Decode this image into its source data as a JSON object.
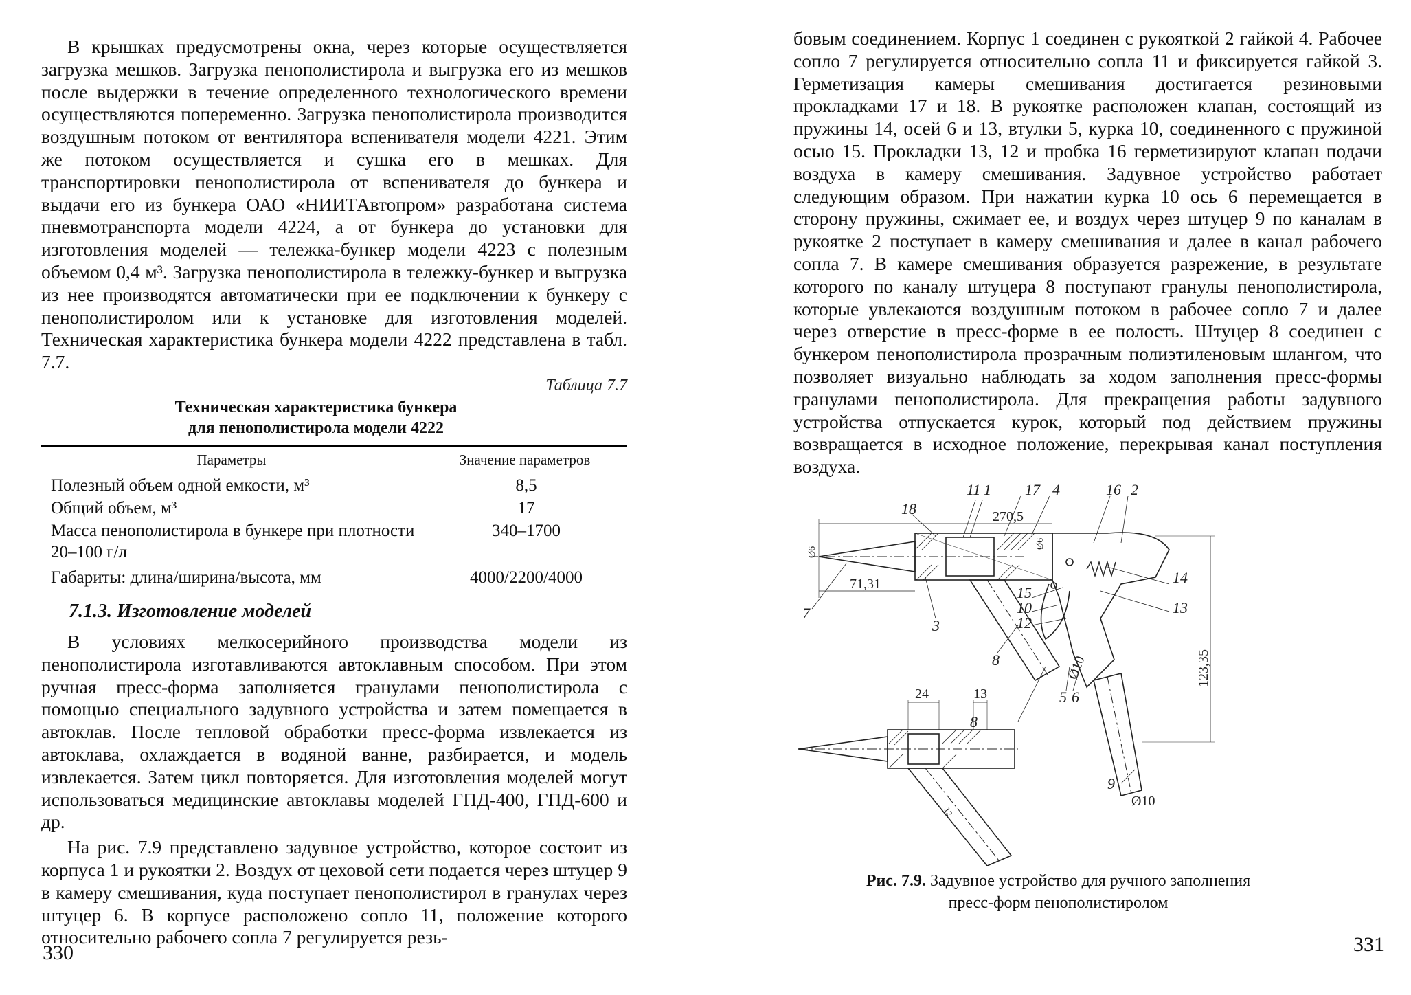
{
  "left_page": {
    "paragraph_1": "В крышках предусмотрены окна, через которые осуществляется загрузка мешков. Загрузка пенополистирола и выгрузка его из мешков после выдержки в течение определенного технологического времени осуществляются попеременно. Загрузка пенополистирола производится воздушным потоком от вентилятора вспенивателя модели 4221. Этим же потоком осуществляется и сушка его в мешках. Для транспортировки пенополистирола от вспенивателя до бункера и выдачи его из бункера ОАО «НИИТАвтопром» разработана система пневмотранспорта модели 4224, а от бункера до установки для изготовления моделей — тележка-бункер модели 4223 с полезным объемом 0,4 м³. Загрузка пенополистирола в тележку-бункер и выгрузка из нее производятся автоматически при ее подключении к бункеру с пенополистиролом или к установке для изготовления моделей. Техническая характеристика бункера модели 4222 представлена в табл. 7.7.",
    "table_number": "Таблица 7.7",
    "table_title_line1": "Техническая характеристика бункера",
    "table_title_line2": "для пенополистирола модели 4222",
    "table_headers": [
      "Параметры",
      "Значение параметров"
    ],
    "table_rows": [
      [
        "Полезный объем одной емкости, м³",
        "8,5"
      ],
      [
        "Общий объем, м³",
        "17"
      ],
      [
        "Масса пенополистирола в бункере при плотности 20–100 г/л",
        "340–1700"
      ],
      [
        "Габариты: длина/ширина/высота, мм",
        "4000/2200/4000"
      ]
    ],
    "section_heading": "7.1.3. Изготовление моделей",
    "paragraph_2": "В условиях мелкосерийного производства модели из пенополистирола изготавливаются автоклавным способом. При этом ручная пресс-форма заполняется гранулами пенополистирола с помощью специального задувного устройства и затем помещается в автоклав. После тепловой обработки пресс-форма извлекается из автоклава, охлаждается в водяной ванне, разбирается, и модель извлекается. Затем цикл повторяется. Для изготовления моделей могут использоваться медицинские автоклавы моделей ГПД-400, ГПД-600 и др.",
    "paragraph_3": "На рис. 7.9 представлено задувное устройство, которое состоит из корпуса 1 и рукоятки 2. Воздух от цеховой сети подается через штуцер 9 в камеру смешивания, куда поступает пенополистирол в гранулах через штуцер 6. В корпусе расположено сопло 11, положение которого относительно рабочего сопла 7 регулируется резь-",
    "page_number": "330"
  },
  "right_page": {
    "paragraph_1": "бовым соединением. Корпус 1 соединен с рукояткой 2 гайкой 4. Рабочее сопло 7 регулируется относительно сопла 11 и фиксируется гайкой 3. Герметизация камеры смешивания достигается резиновыми прокладками 17 и 18. В рукоятке расположен клапан, состоящий из пружины 14, осей 6 и 13, втулки 5, курка 10, соединенного с пружиной осью 15. Прокладки 13, 12 и пробка 16 герметизируют клапан подачи воздуха в камеру смешивания. Задувное устройство работает следующим образом. При нажатии курка 10 ось 6 перемещается в сторону пружины, сжимает ее, и воздух через штуцер 9 по каналам в рукоятке 2 поступает в камеру смешивания и далее в канал рабочего сопла 7. В камере смешивания образуется разрежение, в результате которого по каналу штуцера 8 поступают гранулы пенополистирола, которые увлекаются воздушным потоком в рабочее сопло 7 и далее через отверстие в пресс-форме в ее полость. Штуцер 8 соединен с бункером пенополистирола прозрачным полиэтиленовым шлангом, что позволяет визуально наблюдать за ходом заполнения пресс-формы гранулами пенополистирола. Для прекращения работы задувного устройства отпускается курок, который под действием пружины возвращается в исходное положение, перекрывая канал поступления воздуха.",
    "figure_labels": {
      "l11": "11",
      "l1": "1",
      "l17": "17",
      "l4": "4",
      "l16": "16",
      "l2": "2",
      "l18": "18",
      "l14": "14",
      "l15": "15",
      "l10": "10",
      "l12": "12",
      "l13": "13",
      "l7": "7",
      "l3": "3",
      "l8a": "8",
      "l8b": "8",
      "l5": "5",
      "l6": "6",
      "l9": "9",
      "dim_270": "270,5",
      "dim_71": "71,31",
      "dim_123": "123,35",
      "dim_24": "24",
      "dim_13": "13",
      "dia_6a": "Ø6",
      "dia_6b": "Ø6",
      "dia_10a": "Ø10",
      "dia_10b": "Ø10",
      "dim_12": "12"
    },
    "caption_bold": "Рис. 7.9.",
    "caption_line1": "Задувное устройство для ручного заполнения",
    "caption_line2": "пресс-форм пенополистиролом",
    "page_number": "331"
  }
}
